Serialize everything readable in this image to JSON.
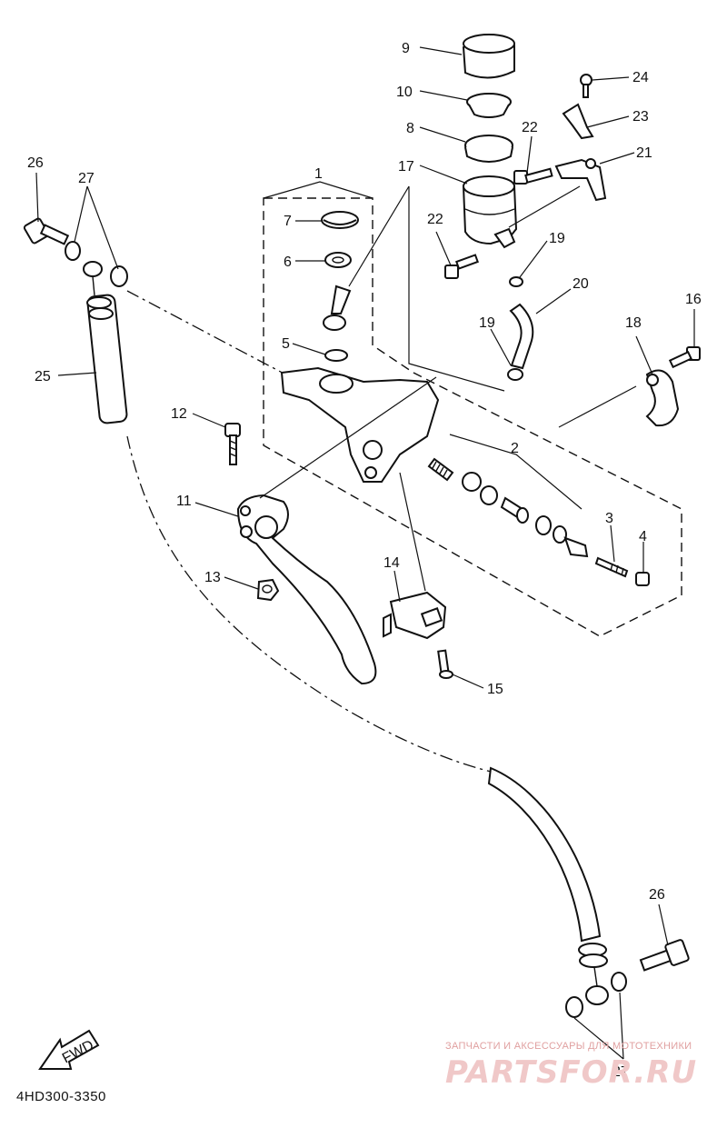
{
  "diagram": {
    "part_labels": {
      "p1": "1",
      "p2": "2",
      "p3": "3",
      "p4": "4",
      "p5": "5",
      "p6": "6",
      "p7": "7",
      "p8": "8",
      "p9": "9",
      "p10": "10",
      "p11": "11",
      "p12": "12",
      "p13": "13",
      "p14": "14",
      "p15": "15",
      "p16": "16",
      "p17": "17",
      "p18": "18",
      "p19a": "19",
      "p19b": "19",
      "p20": "20",
      "p21": "21",
      "p22a": "22",
      "p22b": "22",
      "p23": "23",
      "p24": "24",
      "p25": "25",
      "p26a": "26",
      "p26b": "26",
      "p27a": "27",
      "p27b": "27"
    },
    "fwd_label": "FWD",
    "diagram_code": "4HD300-3350",
    "watermark_caption": "ЗАПЧАСТИ И АКСЕССУАРЫ ДЛЯ МОТОТЕХНИКИ",
    "watermark_logo": "PARTSFOR.RU"
  }
}
